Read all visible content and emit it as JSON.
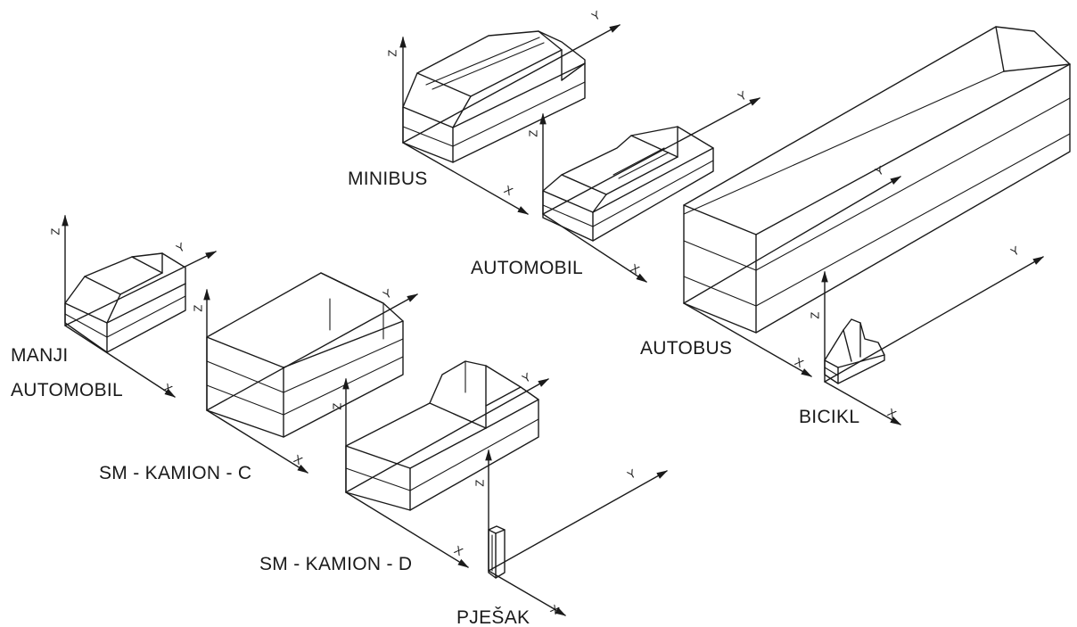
{
  "vehicles": {
    "minibus": {
      "label": "MINIBUS"
    },
    "automobil": {
      "label": "AUTOMOBIL"
    },
    "autobus": {
      "label": "AUTOBUS"
    },
    "manji_automobil": {
      "label_line1": "MANJI",
      "label_line2": "AUTOMOBIL"
    },
    "sm_kamion_c": {
      "label": "SM - KAMION - C"
    },
    "sm_kamion_d": {
      "label": "SM - KAMION - D"
    },
    "bicikl": {
      "label": "BICIKL"
    },
    "pjesak": {
      "label": "PJEŠAK"
    }
  },
  "axes": {
    "x": "X",
    "y": "Y",
    "z": "Z"
  }
}
